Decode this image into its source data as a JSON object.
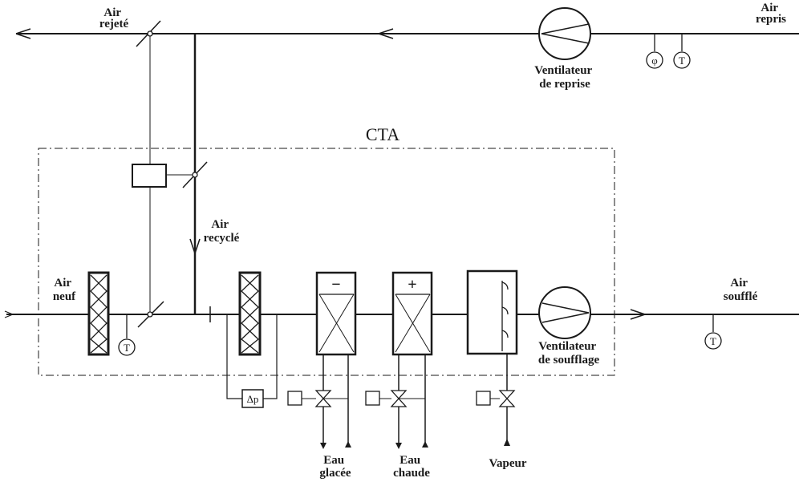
{
  "title": "CTA",
  "labels": {
    "air_rejete": [
      "Air",
      "rejeté"
    ],
    "air_repris": [
      "Air",
      "repris"
    ],
    "ventilateur_reprise": [
      "Ventilateur",
      "de reprise"
    ],
    "air_recycle": [
      "Air",
      "recyclé"
    ],
    "air_neuf": [
      "Air",
      "neuf"
    ],
    "air_souffle": [
      "Air",
      "soufflé"
    ],
    "ventilateur_soufflage": [
      "Ventilateur",
      "de soufflage"
    ],
    "eau_glacee": [
      "Eau",
      "glacée"
    ],
    "eau_chaude": [
      "Eau",
      "chaude"
    ],
    "vapeur": "Vapeur"
  },
  "symbols": {
    "temperature": "T",
    "humidity": "φ",
    "delta_p": "Δp",
    "cooling": "−",
    "heating": "+"
  }
}
